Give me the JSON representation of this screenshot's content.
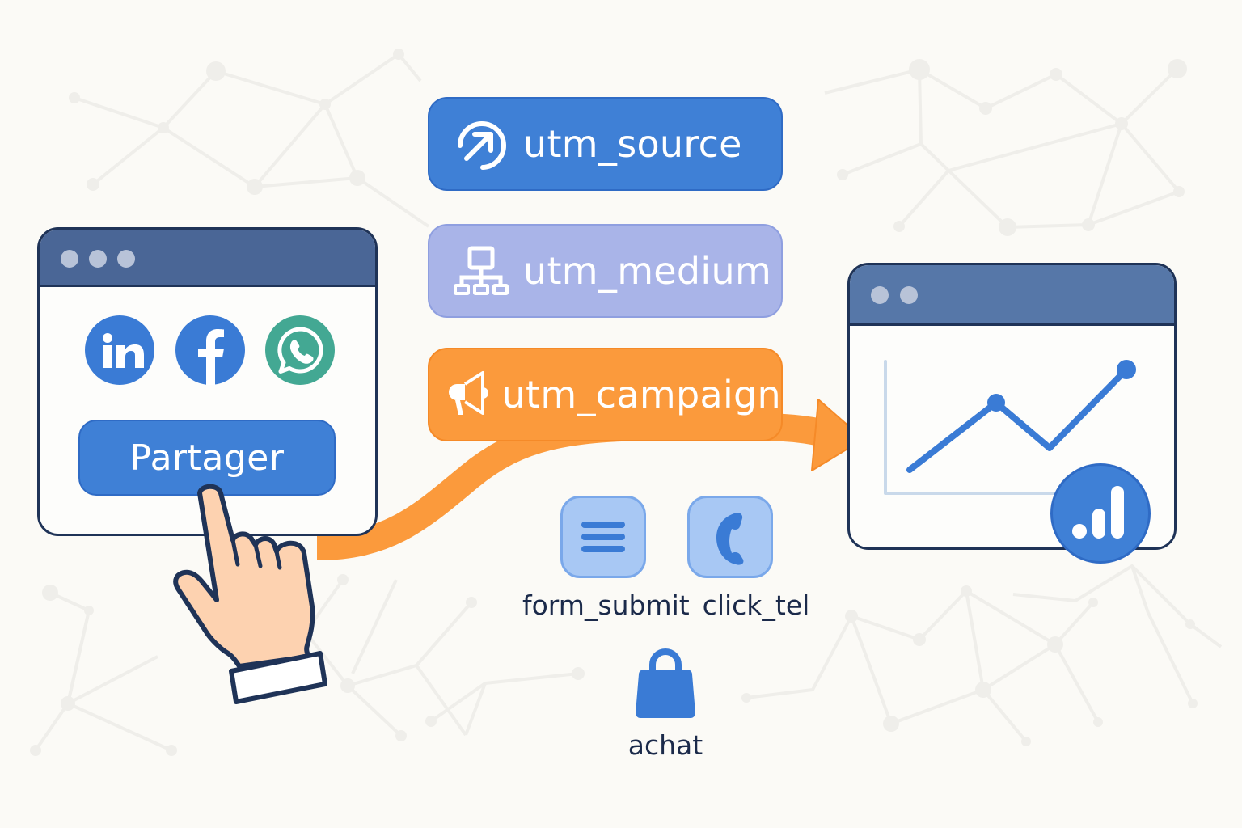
{
  "colors": {
    "background": "#fbfaf6",
    "window_frame": "#1f3357",
    "window_titlebar": "#4a6696",
    "brand_blue": "#3f80d6",
    "medium_lavender": "#a9b4e8",
    "campaign_orange": "#fb9a3c",
    "whatsapp_green": "#43a893",
    "event_tile": "#a8c8f4",
    "label_text": "#1b2a4a",
    "hand_skin": "#fdd2b0"
  },
  "source_window": {
    "title_dots": 3,
    "social_icons": [
      {
        "name": "linkedin-icon",
        "glyph": "in"
      },
      {
        "name": "facebook-icon",
        "glyph": "f"
      },
      {
        "name": "whatsapp-icon",
        "glyph": "phone-bubble"
      }
    ],
    "share_button": {
      "label": "Partager"
    },
    "pointer": "hand-pointer-icon"
  },
  "utm_parameters": [
    {
      "key": "source",
      "label": "utm_source",
      "icon": "arrow-circle-icon",
      "color": "#3f80d6"
    },
    {
      "key": "medium",
      "label": "utm_medium",
      "icon": "network-hierarchy-icon",
      "color": "#a9b4e8"
    },
    {
      "key": "campaign",
      "label": "utm_campaign",
      "icon": "megaphone-icon",
      "color": "#fb9a3c"
    }
  ],
  "flow_arrow": {
    "from": "source_window",
    "to": "analytics_window",
    "color": "#fb9a3c"
  },
  "events": [
    {
      "label": "form_submit",
      "icon": "form-lines-icon"
    },
    {
      "label": "click_tel",
      "icon": "phone-icon"
    },
    {
      "label": "achat",
      "icon": "shopping-bag-icon"
    }
  ],
  "analytics_window": {
    "title_dots": 2,
    "chart": {
      "type": "line",
      "points": [
        [
          0,
          0
        ],
        [
          1,
          0.75
        ],
        [
          2,
          0.35
        ],
        [
          3,
          1.0
        ]
      ]
    },
    "badge_icon": "analytics-bars-icon"
  }
}
